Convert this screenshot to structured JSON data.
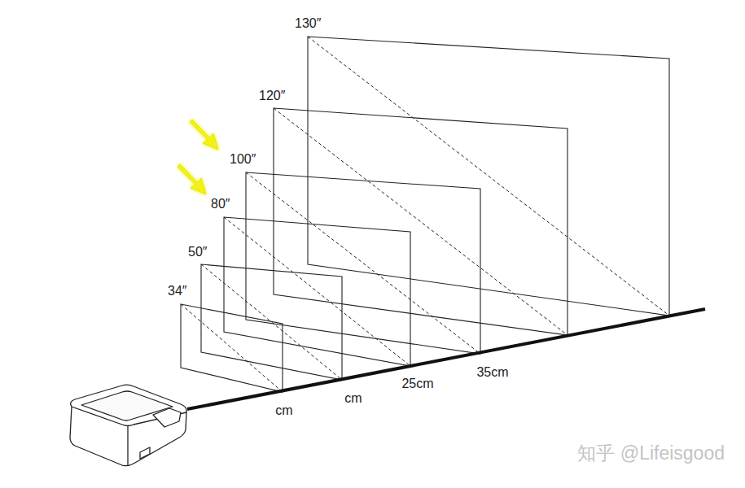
{
  "diagram": {
    "labels": [
      "130″",
      "120″",
      "100″",
      "80″",
      "50″",
      "34″",
      "cm",
      "cm",
      "25cm",
      "35cm",
      "知乎 @Lifeisgood"
    ]
  }
}
